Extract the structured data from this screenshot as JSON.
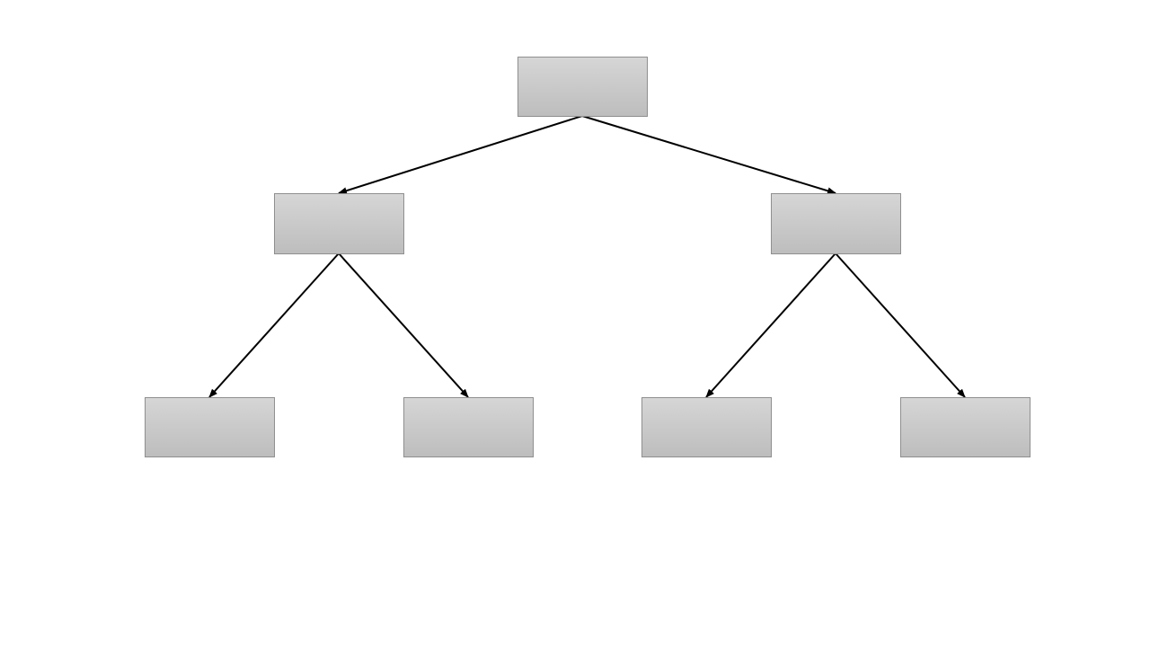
{
  "diagram": {
    "type": "tree",
    "nodes": [
      {
        "id": "root",
        "label": ""
      },
      {
        "id": "left",
        "label": ""
      },
      {
        "id": "right",
        "label": ""
      },
      {
        "id": "left-left",
        "label": ""
      },
      {
        "id": "left-right",
        "label": ""
      },
      {
        "id": "right-left",
        "label": ""
      },
      {
        "id": "right-right",
        "label": ""
      }
    ],
    "edges": [
      {
        "from": "root",
        "to": "left"
      },
      {
        "from": "root",
        "to": "right"
      },
      {
        "from": "left",
        "to": "left-left"
      },
      {
        "from": "left",
        "to": "left-right"
      },
      {
        "from": "right",
        "to": "right-left"
      },
      {
        "from": "right",
        "to": "right-right"
      }
    ]
  },
  "colors": {
    "background": "#ffffff",
    "node_fill_top": "#d6d6d6",
    "node_fill_bottom": "#bdbdbd",
    "node_border": "#8f8f8f",
    "edge": "#000000"
  }
}
